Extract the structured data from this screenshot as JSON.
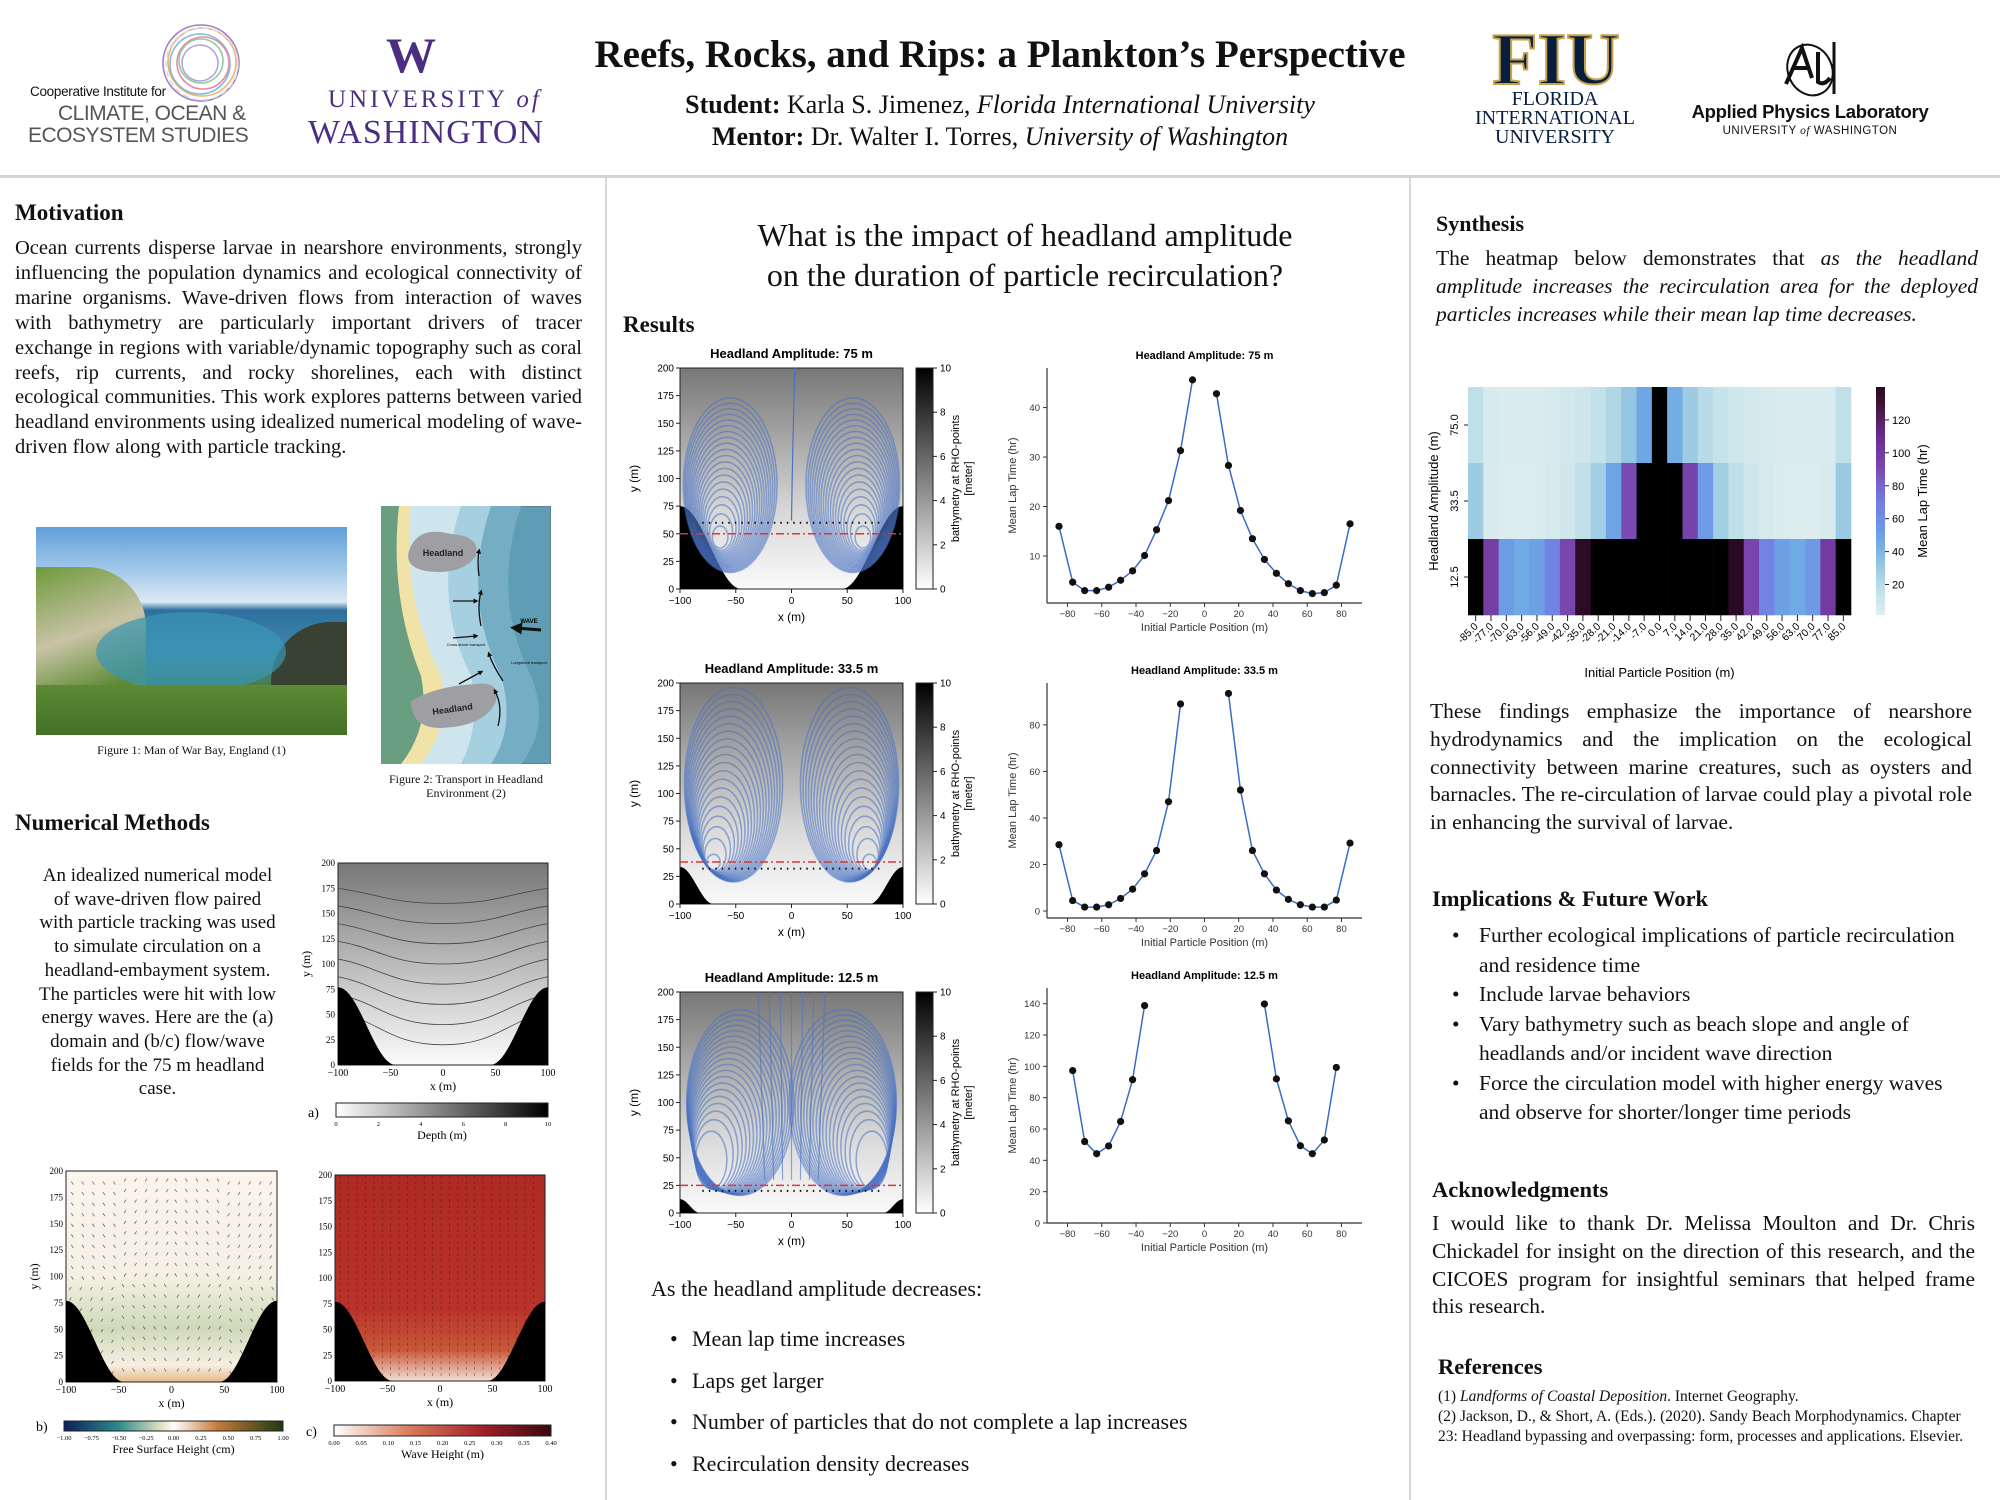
{
  "header": {
    "title": "Reefs, Rocks, and Rips: a Plankton’s Perspective",
    "student_label": "Student:",
    "student_name": " Karla S. Jimenez, ",
    "student_affil": "Florida International University",
    "mentor_label": "Mentor:",
    "mentor_name": " Dr. Walter I. Torres, ",
    "mentor_affil": "University of Washington"
  },
  "logos": {
    "cicoes": {
      "line1": "Cooperative Institute for",
      "line2": "CLIMATE, OCEAN &",
      "line3": "ECOSYSTEM STUDIES"
    },
    "uw": {
      "mark": "W",
      "line1": "UNIVERSITY",
      "of": "of",
      "line2": "WASHINGTON"
    },
    "fiu": {
      "mark": "FIU",
      "line1": "FLORIDA",
      "line2": "INTERNATIONAL",
      "line3": "UNIVERSITY"
    },
    "apl": {
      "line1": "Applied Physics Laboratory",
      "line2a": "UNIVERSITY",
      "of": "of",
      "line2b": "WASHINGTON"
    }
  },
  "motivation": {
    "heading": "Motivation",
    "text": "Ocean currents disperse larvae in nearshore environments, strongly influencing the population dynamics and ecological connectivity of marine organisms. Wave-driven flows from interaction of waves with bathymetry are particularly important drivers of tracer exchange in regions with variable/dynamic topography such as coral reefs, rip currents, and rocky shorelines, each with distinct ecological communities. This work explores patterns between varied headland environments using idealized numerical modeling of wave-driven flow along with particle tracking."
  },
  "figures": {
    "fig1_caption": "Figure 1: Man of War Bay, England (1)",
    "fig2_caption": "Figure 2: Transport in Headland Environment (2)",
    "fig2_headland": "Headland",
    "fig2_wave": "WAVE",
    "fig2_cross": "Cross-shore transport",
    "fig2_longshore": "Longshore transport"
  },
  "numerical_methods": {
    "heading": "Numerical Methods",
    "text": "An idealized numerical model of wave-driven flow paired with particle tracking was used to simulate circulation on a headland-embayment system. The particles were hit with low energy waves. Here are the (a) domain and (b/c) flow/wave fields for the 75 m headland case.",
    "panels": [
      {
        "label": "a)",
        "xlabel": "x (m)",
        "ylabel": "y (m)",
        "cbar_label": "Depth (m)",
        "xticks": [
          "−100",
          "−50",
          "0",
          "50",
          "100"
        ],
        "yticks": [
          "0",
          "25",
          "50",
          "75",
          "100",
          "125",
          "150",
          "175",
          "200"
        ],
        "cbar_ticks": [
          "0",
          "2",
          "4",
          "6",
          "8",
          "10"
        ]
      },
      {
        "label": "b)",
        "xlabel": "x (m)",
        "ylabel": "y (m)",
        "cbar_label": "Free Surface Height (cm)",
        "xticks": [
          "−100",
          "−50",
          "0",
          "50",
          "100"
        ],
        "yticks": [
          "0",
          "25",
          "50",
          "75",
          "100",
          "125",
          "150",
          "175",
          "200"
        ],
        "cbar_ticks": [
          "−1.00",
          "−0.75",
          "−0.50",
          "−0.25",
          "0.00",
          "0.25",
          "0.50",
          "0.75",
          "1.00"
        ]
      },
      {
        "label": "c)",
        "xlabel": "x (m)",
        "ylabel": "",
        "cbar_label": "Wave Height (m)",
        "xticks": [
          "−100",
          "−50",
          "0",
          "50",
          "100"
        ],
        "yticks": [
          "0",
          "25",
          "50",
          "75",
          "100",
          "125",
          "150",
          "175",
          "200"
        ],
        "cbar_ticks": [
          "0.00",
          "0.05",
          "0.10",
          "0.15",
          "0.20",
          "0.25",
          "0.30",
          "0.35",
          "0.40"
        ]
      }
    ]
  },
  "middle": {
    "question_line1": "What is the impact of headland amplitude",
    "question_line2": "on the duration of particle recirculation?",
    "results_heading": "Results",
    "summary_intro": "As the headland amplitude decreases:",
    "summary_bullets": [
      "Mean lap time increases",
      "Laps get larger",
      "Number of particles that do not complete a lap increases",
      "Recirculation density decreases"
    ]
  },
  "track_plots": [
    {
      "title": "Headland Amplitude: 75 m",
      "amplitude": 75,
      "release_y": 50,
      "seed_y": 60,
      "xlabel": "x (m)",
      "ylabel": "y (m)",
      "cbar_label_1": "bathymetry at RHO-points",
      "cbar_label_2": "[meter]",
      "xticks": [
        -100,
        -50,
        0,
        50,
        100
      ],
      "yticks": [
        0,
        25,
        50,
        75,
        100,
        125,
        150,
        175,
        200
      ],
      "cbar_ticks": [
        0,
        2,
        4,
        6,
        8,
        10
      ]
    },
    {
      "title": "Headland Amplitude: 33.5 m",
      "amplitude": 33.5,
      "release_y": 38,
      "seed_y": 32,
      "xlabel": "x (m)",
      "ylabel": "y (m)",
      "cbar_label_1": "bathymetry at RHO-points",
      "cbar_label_2": "[meter]",
      "xticks": [
        -100,
        -50,
        0,
        50,
        100
      ],
      "yticks": [
        0,
        25,
        50,
        75,
        100,
        125,
        150,
        175,
        200
      ],
      "cbar_ticks": [
        0,
        2,
        4,
        6,
        8,
        10
      ]
    },
    {
      "title": "Headland Amplitude: 12.5 m",
      "amplitude": 12.5,
      "release_y": 25,
      "seed_y": 20,
      "xlabel": "x (m)",
      "ylabel": "y (m)",
      "cbar_label_1": "bathymetry at RHO-points",
      "cbar_label_2": "[meter]",
      "xticks": [
        -100,
        -50,
        0,
        50,
        100
      ],
      "yticks": [
        0,
        25,
        50,
        75,
        100,
        125,
        150,
        175,
        200
      ],
      "cbar_ticks": [
        0,
        2,
        4,
        6,
        8,
        10
      ]
    }
  ],
  "chart_data": [
    {
      "type": "line",
      "title": "Headland Amplitude: 75 m",
      "xlabel": "Initial Particle Position (m)",
      "ylabel": "Mean Lap Time (hr)",
      "x": [
        -85,
        -77,
        -70,
        -63,
        -56,
        -49,
        -42,
        -35,
        -28,
        -21,
        -14,
        -7,
        0,
        7,
        14,
        21,
        28,
        35,
        42,
        49,
        56,
        63,
        70,
        77,
        85
      ],
      "y": [
        16,
        4.7,
        3,
        3,
        3.7,
        5.1,
        7,
        10.1,
        15.3,
        21.2,
        31.3,
        45.6,
        null,
        42.8,
        28.3,
        19.2,
        13.5,
        9.3,
        6.5,
        4.4,
        3,
        2.4,
        2.6,
        4.1,
        16.5
      ],
      "xlim": [
        -92,
        92
      ],
      "ylim": [
        0.5,
        48
      ],
      "xticks": [
        -80,
        -60,
        -40,
        -20,
        0,
        20,
        40,
        60,
        80
      ],
      "yticks": [
        10,
        20,
        30,
        40
      ],
      "color": "#3b6cc4"
    },
    {
      "type": "line",
      "title": "Headland Amplitude: 33.5 m",
      "xlabel": "Initial Particle Position (m)",
      "ylabel": "Mean Lap Time (hr)",
      "x": [
        -85,
        -77,
        -70,
        -63,
        -56,
        -49,
        -42,
        -35,
        -28,
        -21,
        -14,
        -7,
        0,
        7,
        14,
        21,
        28,
        35,
        42,
        49,
        56,
        63,
        70,
        77,
        85
      ],
      "y": [
        28.5,
        4.5,
        1.7,
        1.7,
        2.7,
        5.4,
        9.4,
        16,
        26,
        47,
        89,
        null,
        null,
        null,
        93.5,
        52,
        26,
        16,
        9,
        5,
        2.7,
        1.7,
        1.7,
        4.7,
        29.2
      ],
      "xlim": [
        -92,
        92
      ],
      "ylim": [
        -3,
        98
      ],
      "xticks": [
        -80,
        -60,
        -40,
        -20,
        0,
        20,
        40,
        60,
        80
      ],
      "yticks": [
        0,
        20,
        40,
        60,
        80
      ],
      "color": "#3b6cc4"
    },
    {
      "type": "line",
      "title": "Headland Amplitude: 12.5 m",
      "xlabel": "Initial Particle Position (m)",
      "ylabel": "Mean Lap Time (hr)",
      "x": [
        -85,
        -77,
        -70,
        -63,
        -56,
        -49,
        -42,
        -35,
        -28,
        -21,
        -14,
        -7,
        0,
        7,
        14,
        21,
        28,
        35,
        42,
        49,
        56,
        63,
        70,
        77,
        85
      ],
      "y": [
        null,
        97.3,
        52,
        44.2,
        49.2,
        64.8,
        91.5,
        138.8,
        null,
        null,
        null,
        null,
        null,
        null,
        null,
        null,
        null,
        139.8,
        92,
        65.2,
        49.3,
        44.2,
        53,
        99.3,
        null
      ],
      "xlim": [
        -92,
        92
      ],
      "ylim": [
        0,
        150
      ],
      "xticks": [
        -80,
        -60,
        -40,
        -20,
        0,
        20,
        40,
        60,
        80
      ],
      "yticks": [
        0,
        20,
        40,
        60,
        80,
        100,
        120,
        140
      ],
      "color": "#3b6cc4"
    },
    {
      "type": "heatmap",
      "title": "",
      "xlabel": "Initial Particle Position (m)",
      "ylabel": "Headland Amplitude (m)",
      "colorbar_label": "Mean Lap Time (hr)",
      "x_labels": [
        "-85.0",
        "-77.0",
        "-70.0",
        "-63.0",
        "-56.0",
        "-49.0",
        "-42.0",
        "-35.0",
        "-28.0",
        "-21.0",
        "-14.0",
        "-7.0",
        "0.0",
        "7.0",
        "14.0",
        "21.0",
        "28.0",
        "35.0",
        "42.0",
        "49.0",
        "56.0",
        "63.0",
        "70.0",
        "77.0",
        "85.0"
      ],
      "y_labels": [
        "75.0",
        "33.5",
        "12.5"
      ],
      "values": [
        [
          16,
          4.7,
          3,
          3,
          3.7,
          5.1,
          7,
          10.1,
          15.3,
          21.2,
          31.3,
          45.6,
          null,
          42.8,
          28.3,
          19.2,
          13.5,
          9.3,
          6.5,
          4.4,
          3,
          2.4,
          2.6,
          4.1,
          16.5
        ],
        [
          28.5,
          4.5,
          1.7,
          1.7,
          2.7,
          5.4,
          9.4,
          16,
          26,
          47,
          89,
          null,
          null,
          null,
          93.5,
          52,
          26,
          16,
          9,
          5,
          2.7,
          1.7,
          1.7,
          4.7,
          29.2
        ],
        [
          null,
          97.3,
          52,
          44.2,
          49.2,
          64.8,
          91.5,
          138.8,
          null,
          null,
          null,
          null,
          null,
          null,
          null,
          null,
          null,
          139.8,
          92,
          65.2,
          49.3,
          44.2,
          53,
          99.3,
          null
        ]
      ],
      "missing_color": "#000000",
      "vmin": 1.5,
      "vmax": 140,
      "colorbar_ticks": [
        20,
        40,
        60,
        80,
        100,
        120
      ]
    }
  ],
  "synthesis": {
    "heading": "Synthesis",
    "text_normal": "The heatmap below demonstrates that ",
    "text_italic": "as the headland amplitude increases the recirculation area for the deployed particles increases while their mean lap time decreases."
  },
  "findings": "These findings emphasize the importance of nearshore hydrodynamics and the implication on the ecological connectivity between marine creatures, such as oysters and barnacles. The re-circulation of larvae could play a pivotal role in enhancing the survival of larvae.",
  "implications": {
    "heading": "Implications & Future Work",
    "bullets": [
      "Further ecological implications of particle recirculation and residence time",
      "Include larvae behaviors",
      "Vary bathymetry such as beach slope  and angle of headlands and/or incident wave direction",
      "Force the circulation model with higher energy waves and observe for shorter/longer time periods"
    ]
  },
  "acknowledgments": {
    "heading": "Acknowledgments",
    "text": "I would like to thank Dr. Melissa Moulton and Dr. Chris Chickadel for insight on the direction of this research, and the CICOES program for insightful seminars that helped frame this research."
  },
  "references": {
    "heading": "References",
    "ref1_num": "(1) ",
    "ref1_italic": "Landforms of Coastal Deposition",
    "ref1_rest": ". Internet Geography.",
    "ref2": "(2) Jackson, D., & Short, A. (Eds.). (2020). Sandy Beach Morphodynamics. Chapter 23: Headland bypassing and overpassing: form, processes and applications. Elsevier."
  }
}
